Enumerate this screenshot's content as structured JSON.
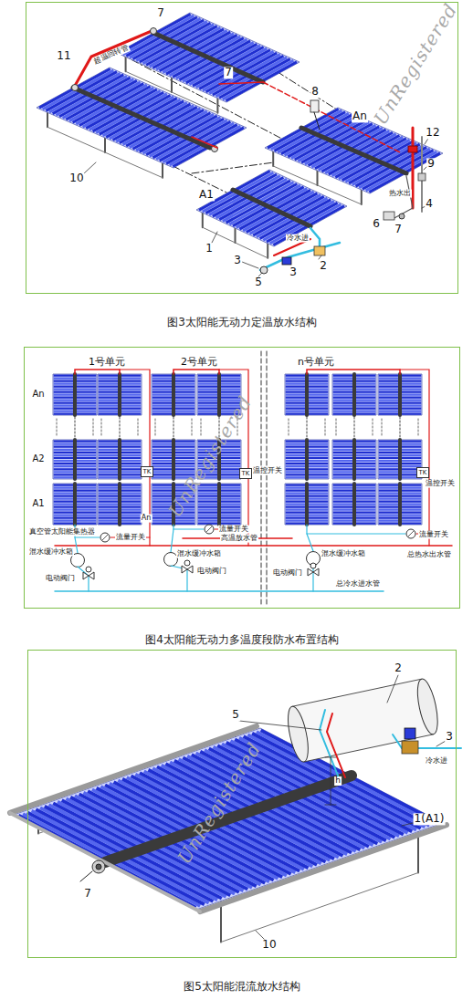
{
  "diagram": {
    "nodes": [
      {
        "text": [
          "图3太阳能无动力定温放水结构"
        ]
      },
      {
        "text": [
          "图4太阳能无动力多温度段防水布置结构"
        ]
      },
      {
        "text": [
          "图5太阳能混流放水结构"
        ]
      },
      {
        "text": [
          "TK"
        ],
        "in": 1
      },
      {
        "text": [
          "TK"
        ],
        "in": 1
      },
      {
        "text": [
          "TK"
        ],
        "in": 1
      }
    ],
    "labels": [
      "7",
      "11",
      "超温回转管",
      "7",
      "8",
      "An",
      "12",
      "9",
      "热水出",
      "4",
      "6",
      "7",
      "10",
      "A1",
      "1",
      "3",
      "5",
      "冷水进",
      "3",
      "2",
      "UnRegistered",
      "1号单元",
      "2号单元",
      "n号单元",
      "An",
      "A2",
      "A1",
      "An",
      "温控开关",
      "温控开关",
      "真空管太阳能集热器",
      "流量开关",
      "流量开关",
      "高温放水管",
      "流量开关",
      "混水缓冲水箱",
      "混水缓冲水箱",
      "混水缓冲水箱",
      "电动阀门",
      "电动阀门",
      "电动阀门",
      "总热水出水管",
      "总冷水进水管",
      "UnRegistered",
      "2",
      "3",
      "冷水进",
      "5",
      "h",
      "1(A1)",
      "7",
      "10",
      "UnRegistered"
    ]
  }
}
